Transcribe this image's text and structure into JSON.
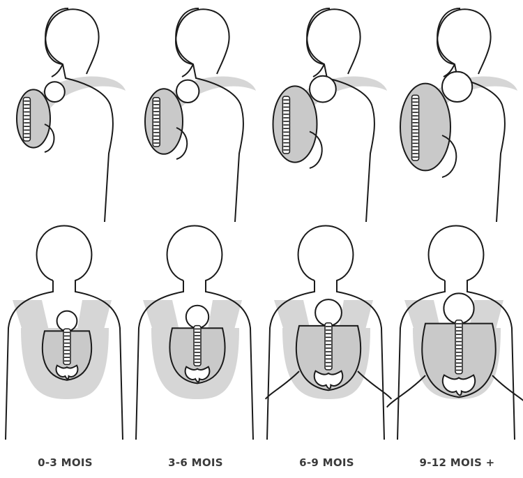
{
  "stages": [
    {
      "label": "0-3 MOIS"
    },
    {
      "label": "3-6 MOIS"
    },
    {
      "label": "6-9 MOIS"
    },
    {
      "label": "9-12 MOIS +"
    }
  ],
  "colors": {
    "outline": "#1a1a1a",
    "carrier_band": "#d6d6d6",
    "baby_fill": "#c9c9c9",
    "caption": "#3a3a3a"
  }
}
